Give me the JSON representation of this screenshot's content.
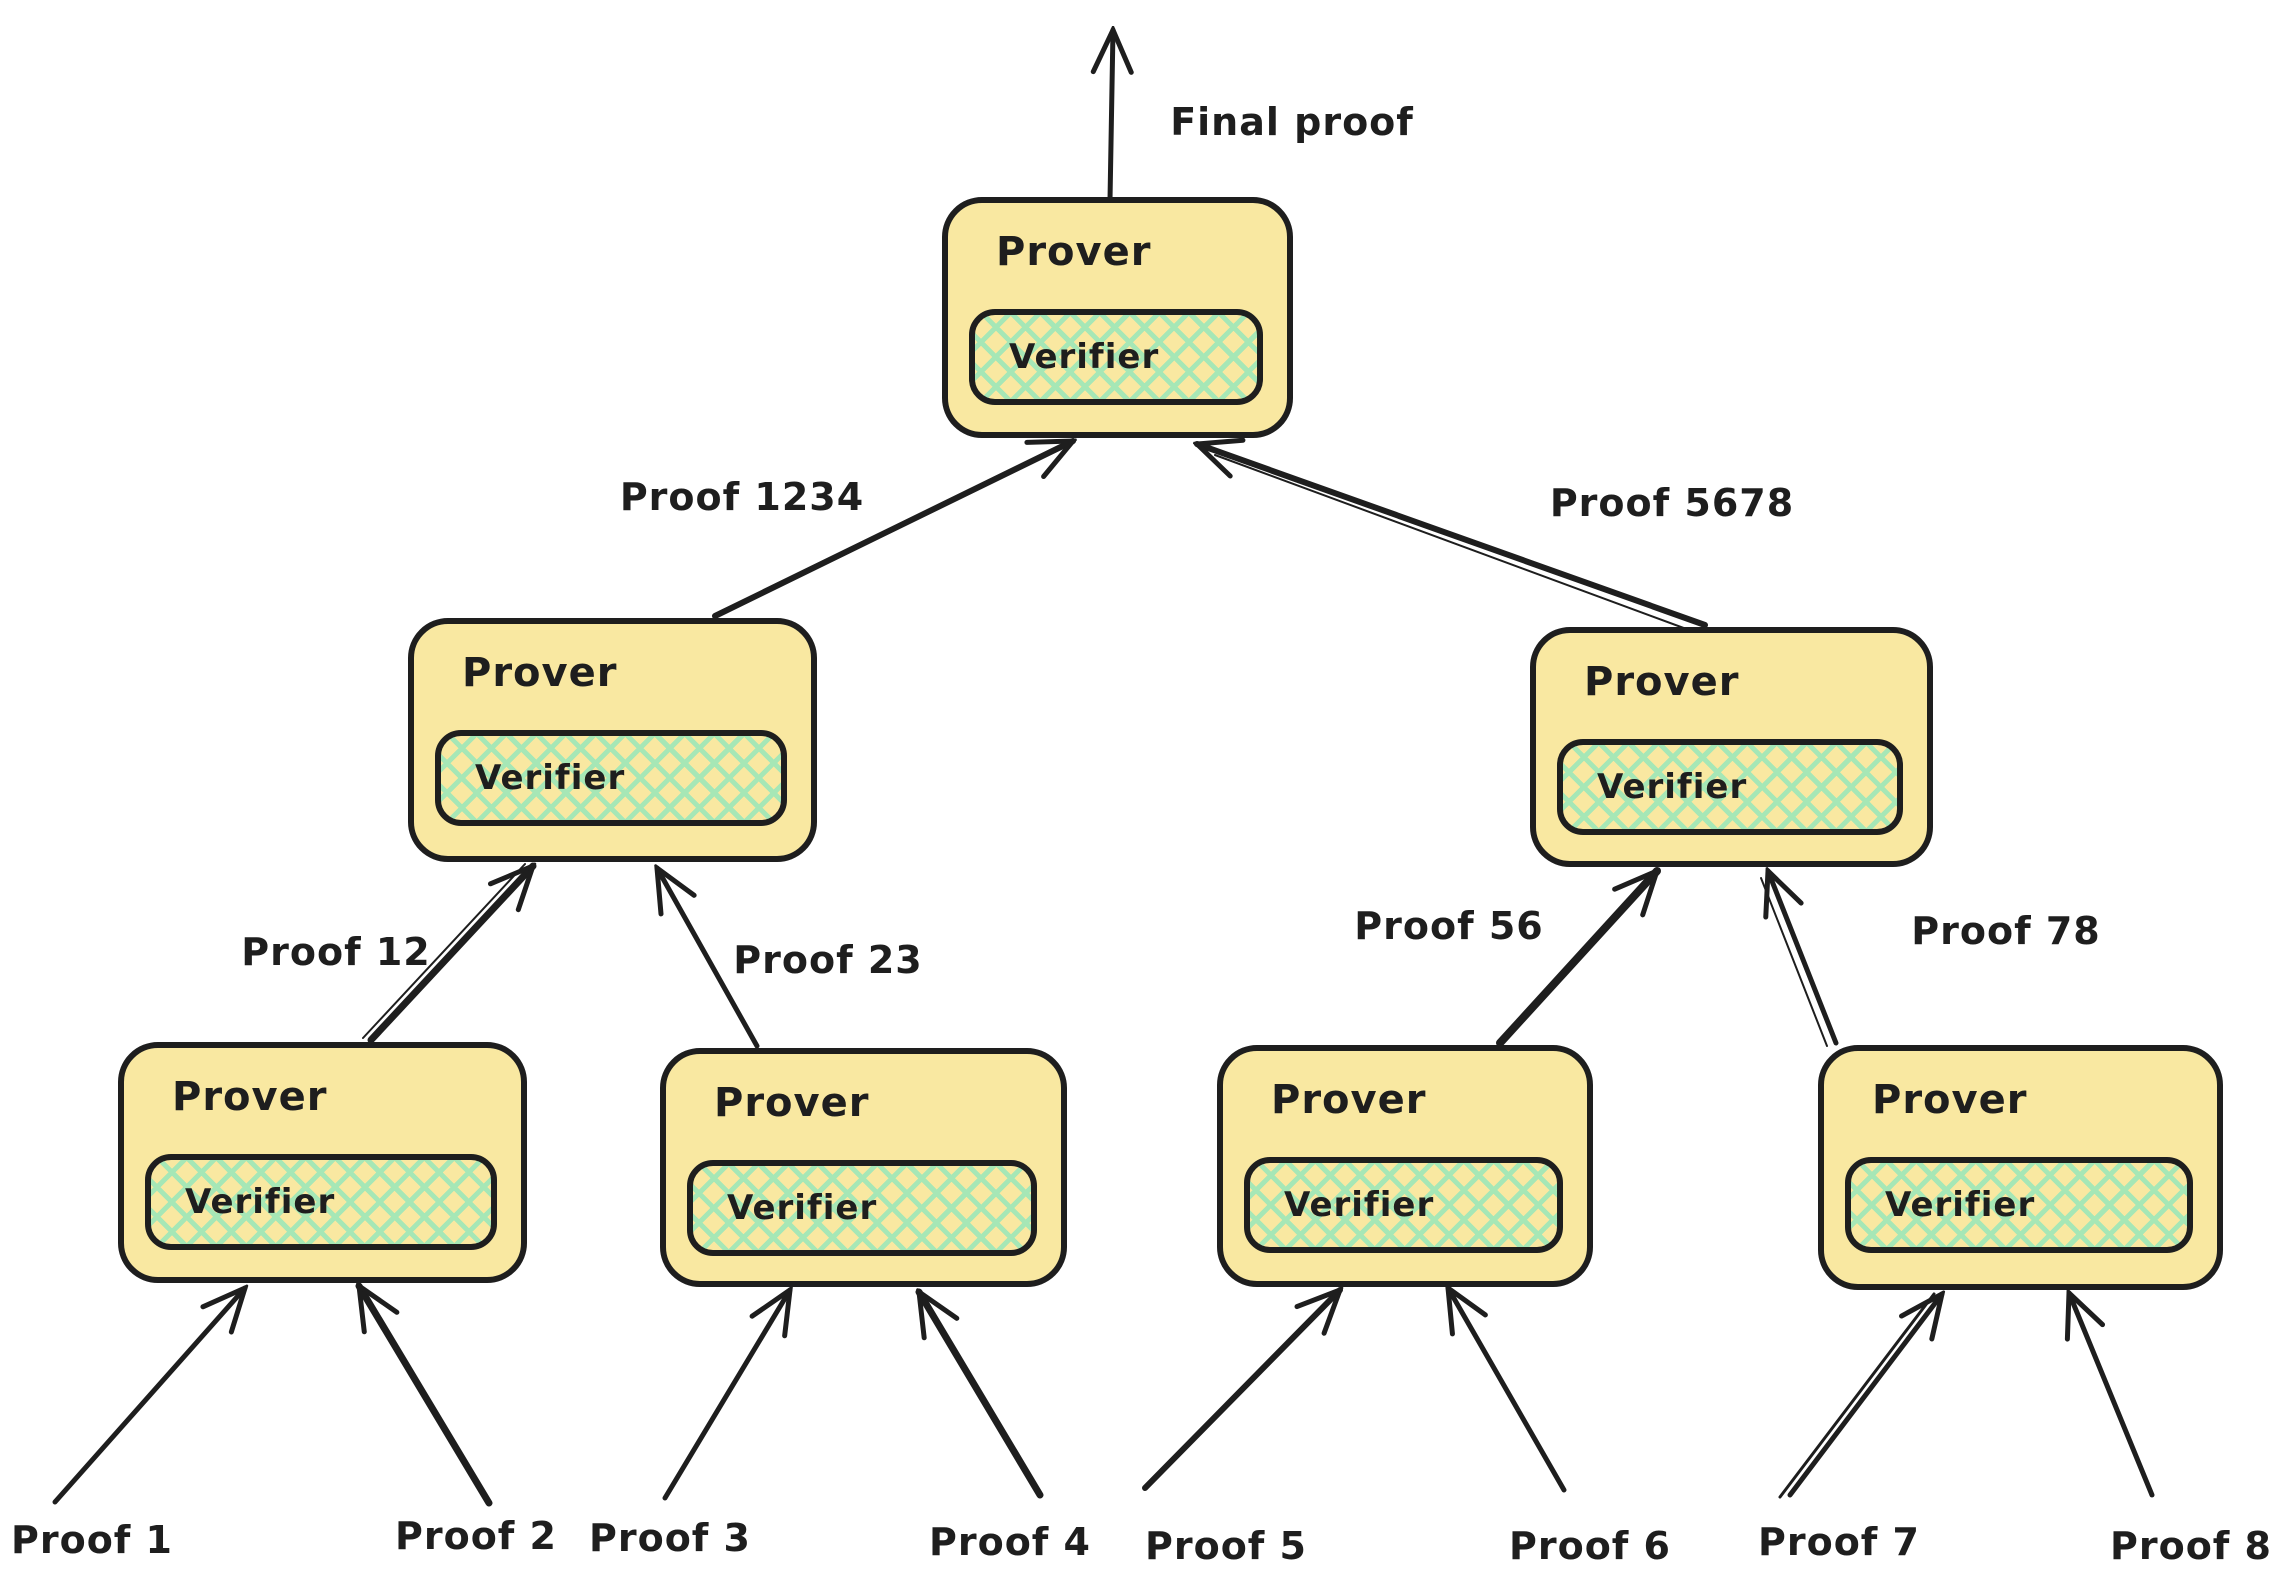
{
  "colors": {
    "background": "#FFFFFF",
    "box_fill": "#F9E8A1",
    "hatch_green": "#A6E7B6",
    "stroke": "#1E1E1E"
  },
  "provers": [
    {
      "id": "final",
      "prover_label": "Prover",
      "verifier_label": "Verifier"
    },
    {
      "id": "1234",
      "prover_label": "Prover",
      "verifier_label": "Verifier"
    },
    {
      "id": "5678",
      "prover_label": "Prover",
      "verifier_label": "Verifier"
    },
    {
      "id": "12",
      "prover_label": "Prover",
      "verifier_label": "Verifier"
    },
    {
      "id": "23",
      "prover_label": "Prover",
      "verifier_label": "Verifier"
    },
    {
      "id": "56",
      "prover_label": "Prover",
      "verifier_label": "Verifier"
    },
    {
      "id": "78",
      "prover_label": "Prover",
      "verifier_label": "Verifier"
    }
  ],
  "edges": [
    {
      "id": "final-proof",
      "label": "Final proof"
    },
    {
      "id": "proof-1234",
      "label": "Proof 1234"
    },
    {
      "id": "proof-5678",
      "label": "Proof 5678"
    },
    {
      "id": "proof-12",
      "label": "Proof 12"
    },
    {
      "id": "proof-23",
      "label": "Proof 23"
    },
    {
      "id": "proof-56",
      "label": "Proof 56"
    },
    {
      "id": "proof-78",
      "label": "Proof 78"
    },
    {
      "id": "proof-1",
      "label": "Proof 1"
    },
    {
      "id": "proof-2",
      "label": "Proof 2"
    },
    {
      "id": "proof-3",
      "label": "Proof 3"
    },
    {
      "id": "proof-4",
      "label": "Proof 4"
    },
    {
      "id": "proof-5",
      "label": "Proof 5"
    },
    {
      "id": "proof-6",
      "label": "Proof 6"
    },
    {
      "id": "proof-7",
      "label": "Proof 7"
    },
    {
      "id": "proof-8",
      "label": "Proof 8"
    }
  ]
}
